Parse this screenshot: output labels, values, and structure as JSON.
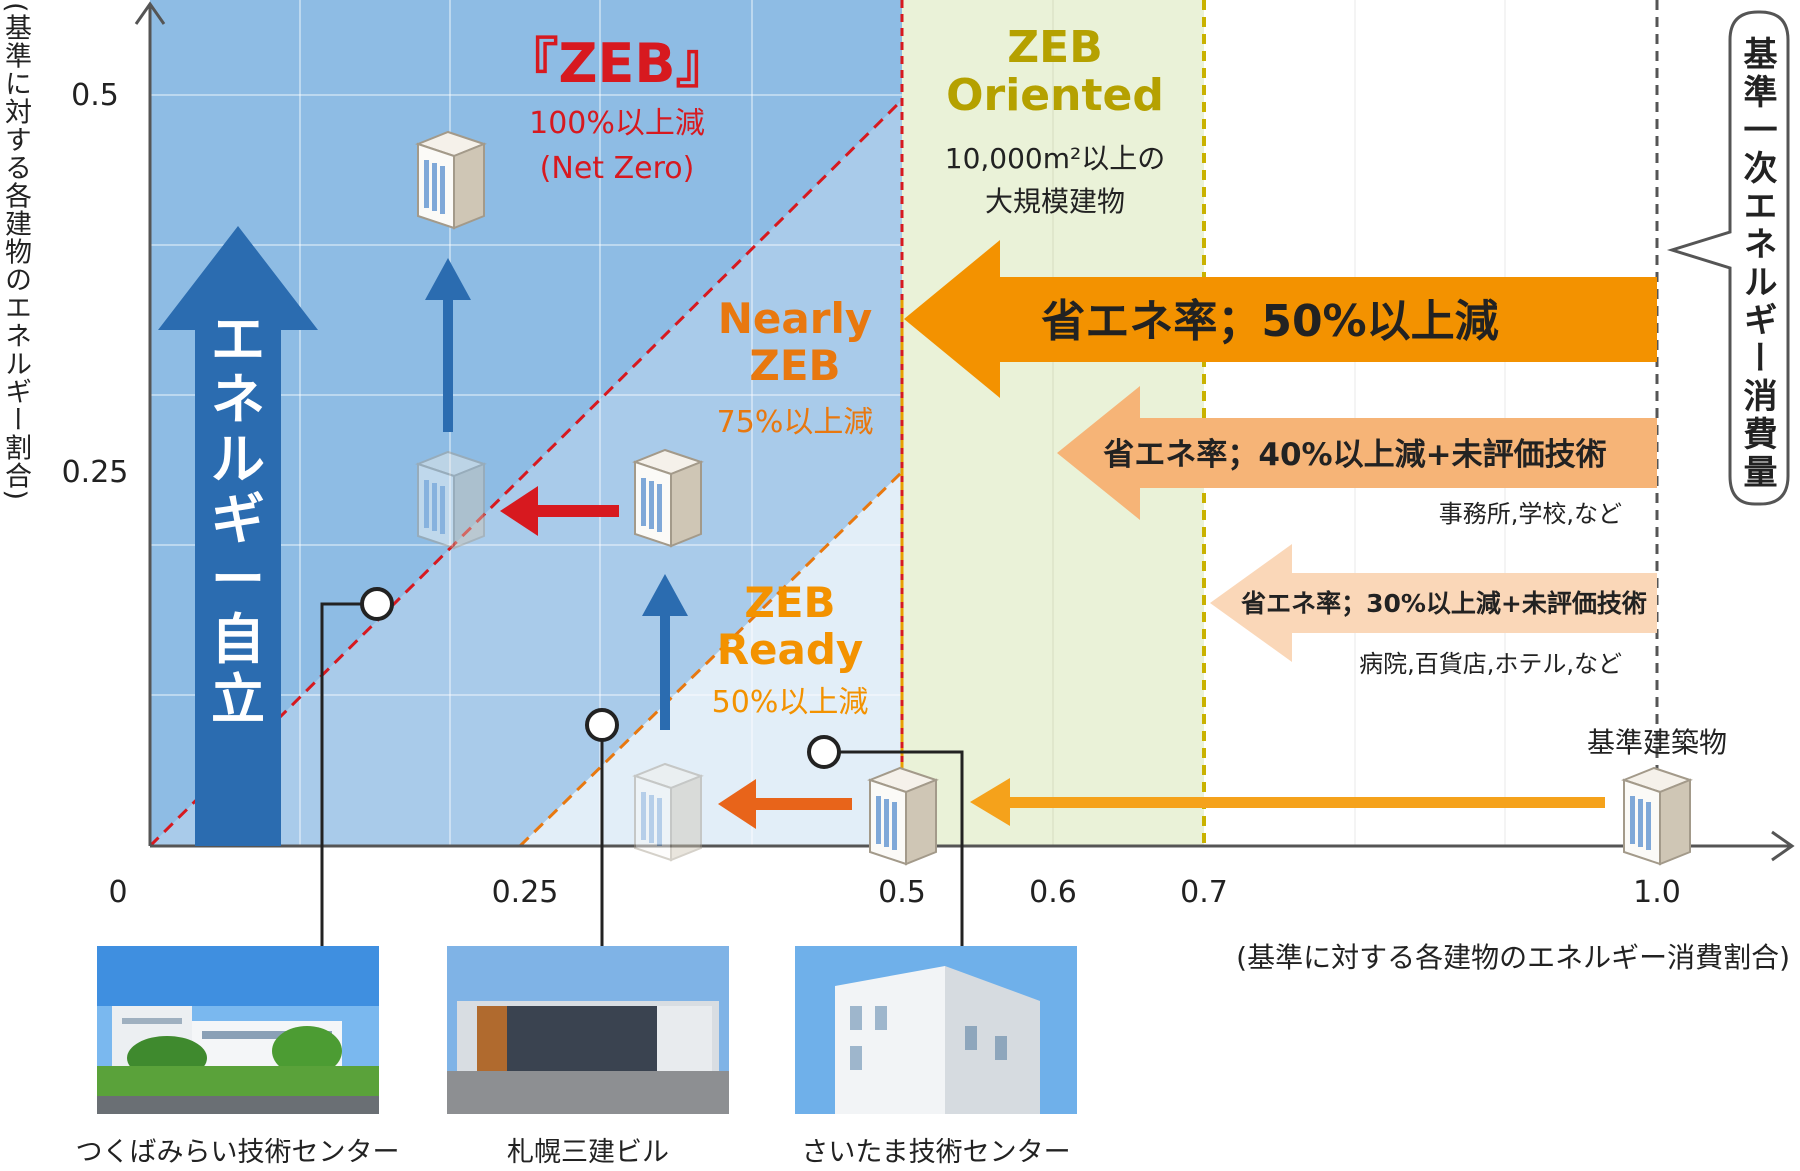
{
  "axes": {
    "x_ticks": [
      "0",
      "0.25",
      "0.5",
      "0.6",
      "0.7",
      "1.0"
    ],
    "y_ticks": [
      "0.5",
      "0.25"
    ],
    "x_label": "(基準に対する各建物のエネルギー消費割合)",
    "y_label": "(基準に対する各建物のエネルギー割合)"
  },
  "zones": {
    "zeb": {
      "title": "『ZEB』",
      "line1": "100%以上減",
      "line2": "(Net Zero)"
    },
    "nearly": {
      "line1": "Nearly",
      "line2": "ZEB",
      "sub": "75%以上減"
    },
    "ready": {
      "line1": "ZEB",
      "line2": "Ready",
      "sub": "50%以上減"
    },
    "oriented": {
      "line1": "ZEB",
      "line2": "Oriented",
      "sub1": "10,000m²以上の",
      "sub2": "大規模建物"
    }
  },
  "arrows": {
    "independence": "エネルギー自立",
    "a50": "省エネ率；50%以上減",
    "a40": "省エネ率；40%以上減+未評価技術",
    "a40_note": "事務所,学校,など",
    "a30": "省エネ率；30%以上減+未評価技術",
    "a30_note": "病院,百貨店,ホテル,など"
  },
  "reference": {
    "bubble": "基準一次エネルギー消費量",
    "building": "基準建築物"
  },
  "photos": [
    {
      "caption": "つくばみらい技術センター"
    },
    {
      "caption": "札幌三建ビル"
    },
    {
      "caption": "さいたま技術センター"
    }
  ],
  "colors": {
    "zeb_red": "#d7191f",
    "orange": "#e8780f",
    "blue_arrow": "#2b6cb0",
    "orange_arrow": "#f39200",
    "oriented_olive": "#b5a100",
    "oriented_bg": "#eaf2d8"
  }
}
